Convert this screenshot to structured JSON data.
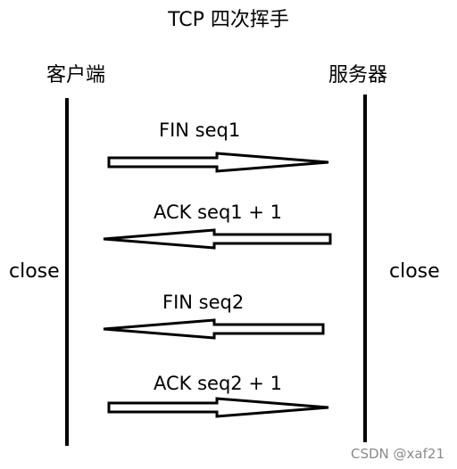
{
  "title": "TCP 四次挥手",
  "client": {
    "label": "客户端",
    "state": "close"
  },
  "server": {
    "label": "服务器",
    "state": "close"
  },
  "messages": [
    {
      "label": "FIN seq1",
      "direction": "client-to-server"
    },
    {
      "label": "ACK seq1 + 1",
      "direction": "server-to-client"
    },
    {
      "label": "FIN seq2",
      "direction": "server-to-client"
    },
    {
      "label": "ACK seq2 + 1",
      "direction": "client-to-server"
    }
  ],
  "watermark": "CSDN @xaf21"
}
